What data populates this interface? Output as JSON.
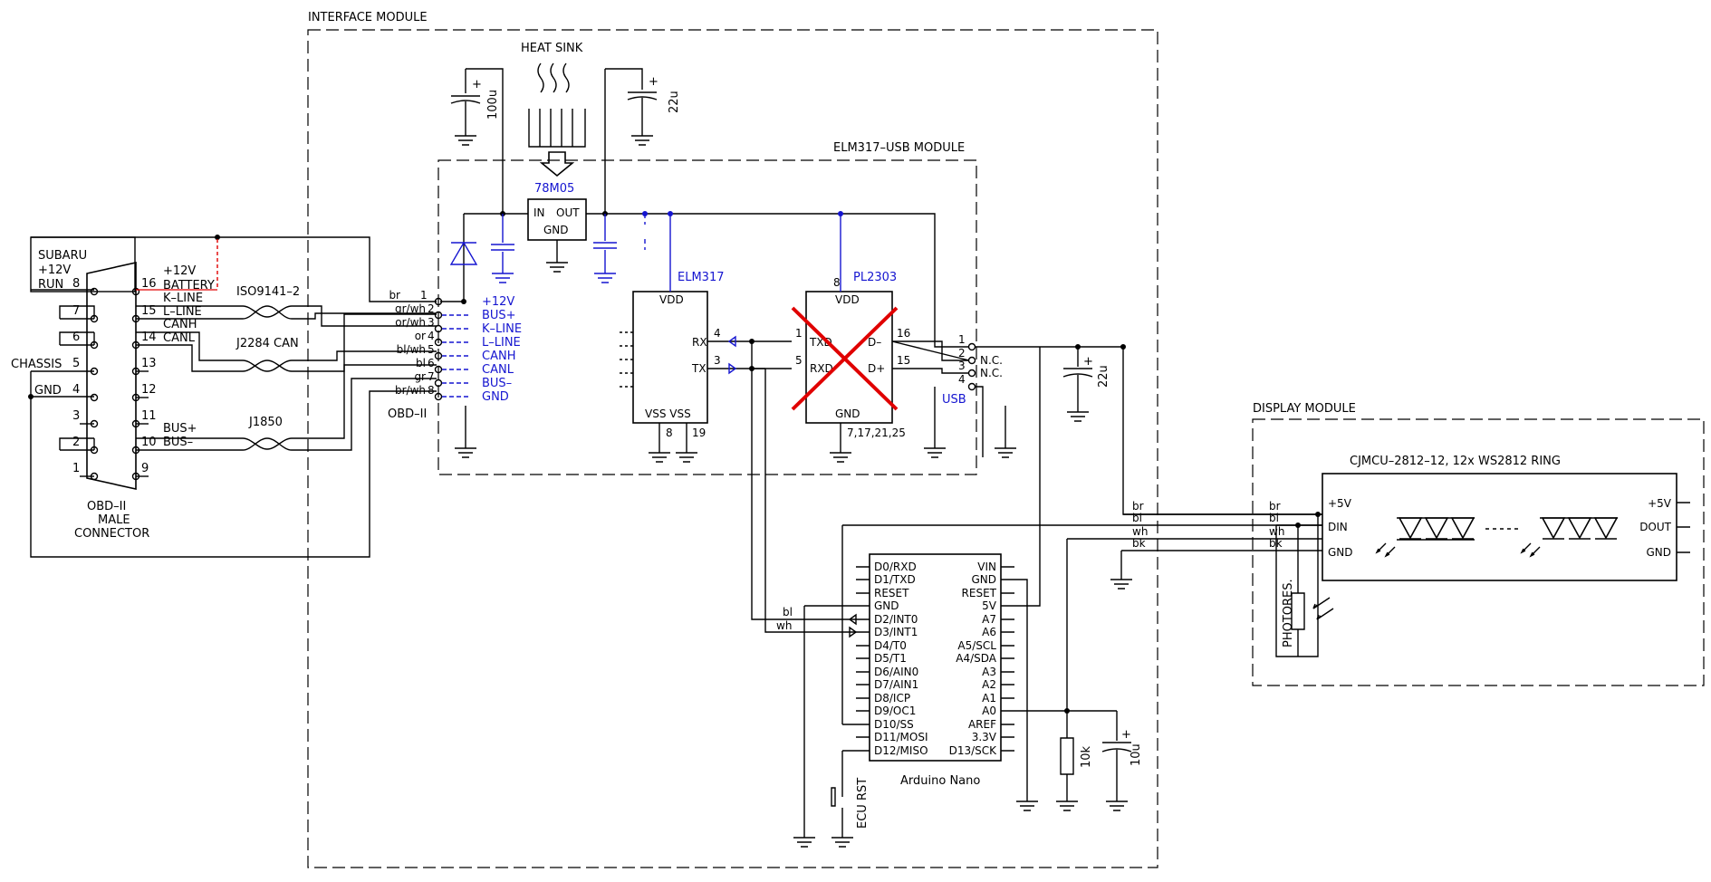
{
  "modules": {
    "interface": "INTERFACE MODULE",
    "elm_usb": "ELM317–USB MODULE",
    "display": "DISPLAY MODULE"
  },
  "obd": {
    "subaru": [
      "SUBARU",
      "+12V",
      "RUN"
    ],
    "chassis": "CHASSIS",
    "gnd": "GND",
    "connector_caption": [
      "OBD–II",
      "MALE",
      "CONNECTOR"
    ],
    "plus12_battery": [
      "+12V",
      "BATTERY"
    ],
    "left_pins": [
      "8",
      "7",
      "6",
      "5",
      "4",
      "3",
      "2",
      "1"
    ],
    "right_pins": [
      "16",
      "15",
      "14",
      "13",
      "12",
      "11",
      "10",
      "9"
    ],
    "signals": [
      "K–LINE",
      "L–LINE",
      "CANH",
      "CANL",
      "BUS+",
      "BUS–"
    ],
    "protocols": [
      "ISO9141–2",
      "J2284 CAN",
      "J1850"
    ],
    "obd_label": "OBD–II"
  },
  "harness": {
    "wires": [
      "br",
      "gr/wh",
      "or/wh",
      "or",
      "bl/wh",
      "bl",
      "gr",
      "br/wh"
    ],
    "pins": [
      "1",
      "2",
      "3",
      "4",
      "5",
      "6",
      "7",
      "8"
    ],
    "signals": [
      "+12V",
      "BUS+",
      "K–LINE",
      "L–LINE",
      "CANH",
      "CANL",
      "BUS–",
      "GND"
    ]
  },
  "power": {
    "heat_sink": "HEAT SINK",
    "regulator": "78M05",
    "reg_pins": [
      "IN",
      "OUT",
      "GND"
    ],
    "cap_in": "100u",
    "cap_out": "22u"
  },
  "elm": {
    "name": "ELM317",
    "vdd": "VDD",
    "rx": "RX",
    "tx": "TX",
    "vss": "VSS VSS",
    "pins": [
      "4",
      "3",
      "8",
      "19"
    ]
  },
  "pl2303": {
    "name": "PL2303",
    "vdd": "VDD",
    "txd": "TXD",
    "rxd": "RXD",
    "dminus": "D–",
    "dplus": "D+",
    "gnd": "GND",
    "pins": [
      "8",
      "1",
      "5",
      "16",
      "15"
    ],
    "gnd_pins": "7,17,21,25",
    "crossed": true
  },
  "usb": {
    "label": "USB",
    "pins": [
      "1",
      "2",
      "3",
      "4"
    ],
    "nc": [
      "N.C.",
      "N.C."
    ],
    "cap": "22u"
  },
  "arduino": {
    "name": "Arduino Nano",
    "left_pins": [
      "D0/RXD",
      "D1/TXD",
      "RESET",
      "GND",
      "D2/INT0",
      "D3/INT1",
      "D4/T0",
      "D5/T1",
      "D6/AIN0",
      "D7/AIN1",
      "D8/ICP",
      "D9/OC1",
      "D10/SS",
      "D11/MOSI",
      "D12/MISO"
    ],
    "right_pins": [
      "VIN",
      "GND",
      "RESET",
      "5V",
      "A7",
      "A6",
      "A5/SCL",
      "A4/SDA",
      "A3",
      "A2",
      "A1",
      "A0",
      "AREF",
      "3.3V",
      "D13/SCK"
    ],
    "serial_wires": [
      "bl",
      "wh"
    ],
    "ecu_rst": "ECU RST",
    "r_a0": "10k",
    "c_a0": "10u"
  },
  "display": {
    "title": "CJMCU–2812–12, 12x WS2812 RING",
    "left_pins": [
      "+5V",
      "DIN",
      "GND"
    ],
    "right_pins": [
      "+5V",
      "DOUT",
      "GND"
    ],
    "wires_left": [
      "br",
      "bl",
      "wh",
      "bk"
    ],
    "wires_right": [
      "br",
      "bl",
      "wh",
      "bk"
    ],
    "photores": "PHOTORES."
  }
}
